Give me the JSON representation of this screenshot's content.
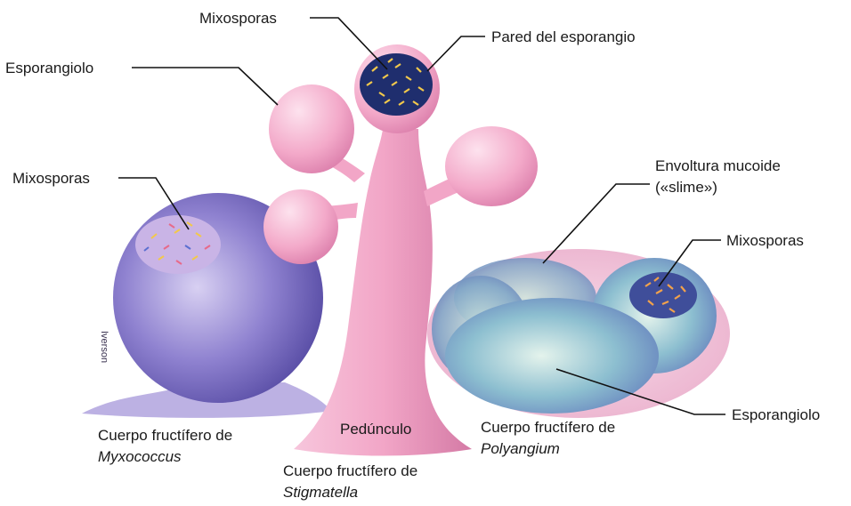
{
  "labels": {
    "mixosporas_top": "Mixosporas",
    "pared_esporangio": "Pared del esporangio",
    "esporangiolo_top": "Esporangiolo",
    "mixosporas_left": "Mixosporas",
    "envoltura_line1": "Envoltura mucoide",
    "envoltura_line2": "(«slime»)",
    "mixosporas_right": "Mixosporas",
    "esporangiolo_right": "Esporangiolo",
    "pedunculo": "Pedúnculo",
    "myxococcus_line1": "Cuerpo fructífero de",
    "myxococcus_line2": "Myxococcus",
    "stigmatella_line1": "Cuerpo fructífero de",
    "stigmatella_line2": "Stigmatella",
    "polyangium_line1": "Cuerpo fructífero de",
    "polyangium_line2": "Polyangium"
  },
  "signature": "Iverson",
  "colors": {
    "background": "#ffffff",
    "stalk_pink": "#f2a9c8",
    "myxococcus_purple": "#7d6fc4",
    "polyangium_blue": "#7fb3c9",
    "spore_yellow": "#f2c84b",
    "spore_chamber": "#1f2e6e"
  }
}
